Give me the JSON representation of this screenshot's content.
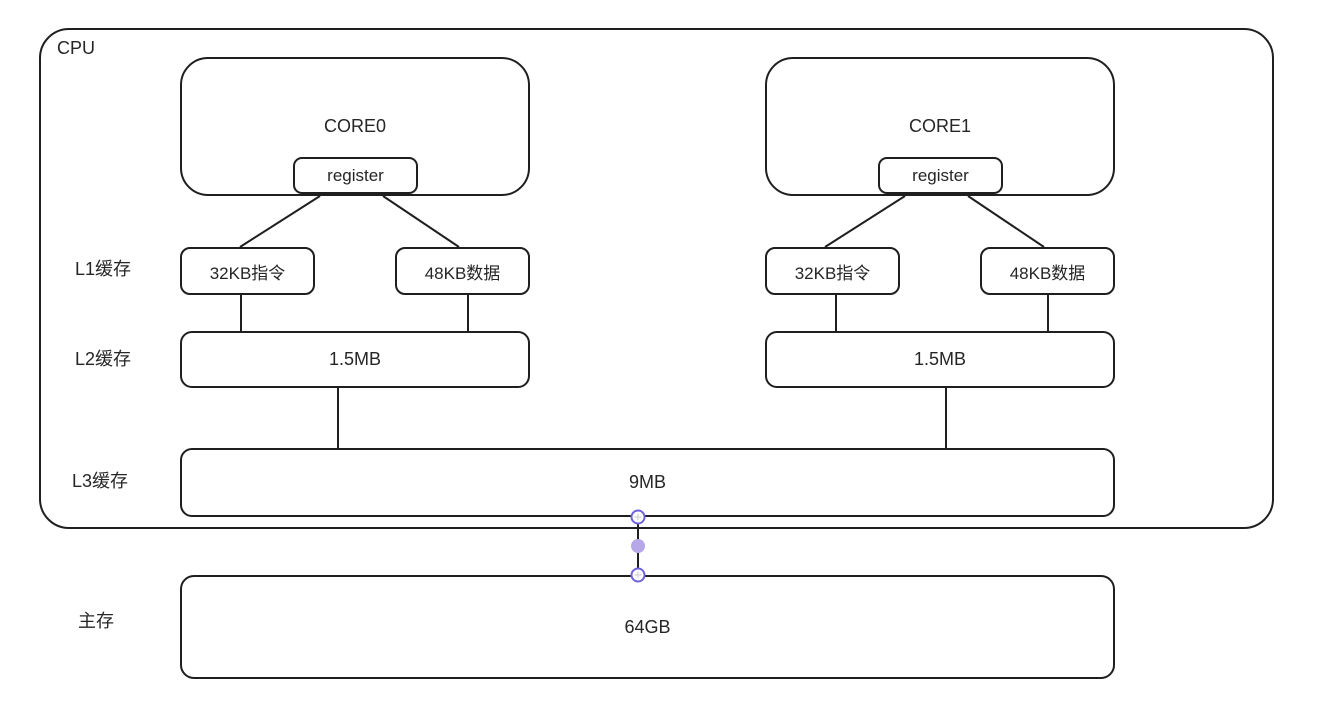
{
  "canvas": {
    "background": "#ffffff",
    "line_color": "#1f1f1f"
  },
  "cpu": {
    "label": "CPU"
  },
  "row_labels": {
    "l1": "L1缓存",
    "l2": "L2缓存",
    "l3": "L3缓存",
    "main_memory": "主存"
  },
  "cores": [
    {
      "name": "CORE0",
      "register_label": "register",
      "l1_instruction": "32KB指令",
      "l1_data": "48KB数据",
      "l2_size": "1.5MB"
    },
    {
      "name": "CORE1",
      "register_label": "register",
      "l1_instruction": "32KB指令",
      "l1_data": "48KB数据",
      "l2_size": "1.5MB"
    }
  ],
  "l3_cache": {
    "size": "9MB"
  },
  "main_memory": {
    "size": "64GB"
  },
  "selection": {
    "endpoint_ring_color": "#6f63dd",
    "endpoint_fill_color": "#ffffff",
    "midpoint_dot_color": "#b6a7e8"
  }
}
